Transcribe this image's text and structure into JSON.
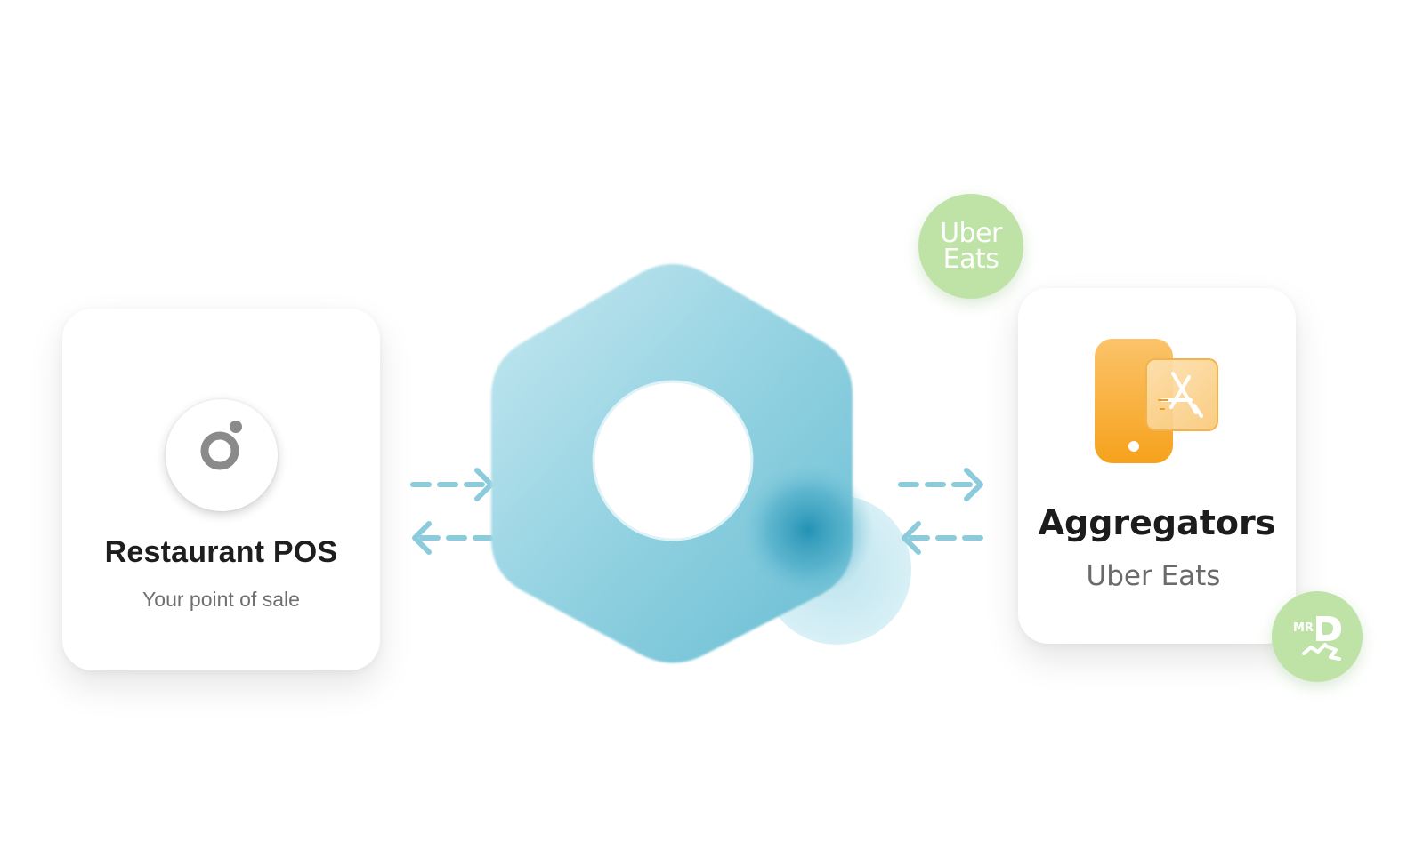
{
  "left_card": {
    "title": "Restaurant POS",
    "subtitle": "Your point of sale",
    "logo_icon": "pos-ring-icon"
  },
  "right_card": {
    "title": "Aggregators",
    "subtitle": "Uber Eats",
    "icon": "phone-app-store-icon"
  },
  "badges": {
    "uber_eats": {
      "line1": "Uber",
      "line2": "Eats"
    },
    "mr_d": {
      "small": "MR",
      "big": "D"
    }
  },
  "hub": {
    "icon": "hexagon-ring-icon"
  },
  "colors": {
    "hub": "#7cc6d8",
    "hub_dark": "#2b97b8",
    "arrow": "#8ccbdc",
    "badge_green": "#bfe3a6",
    "app_orange": "#f7a824"
  }
}
